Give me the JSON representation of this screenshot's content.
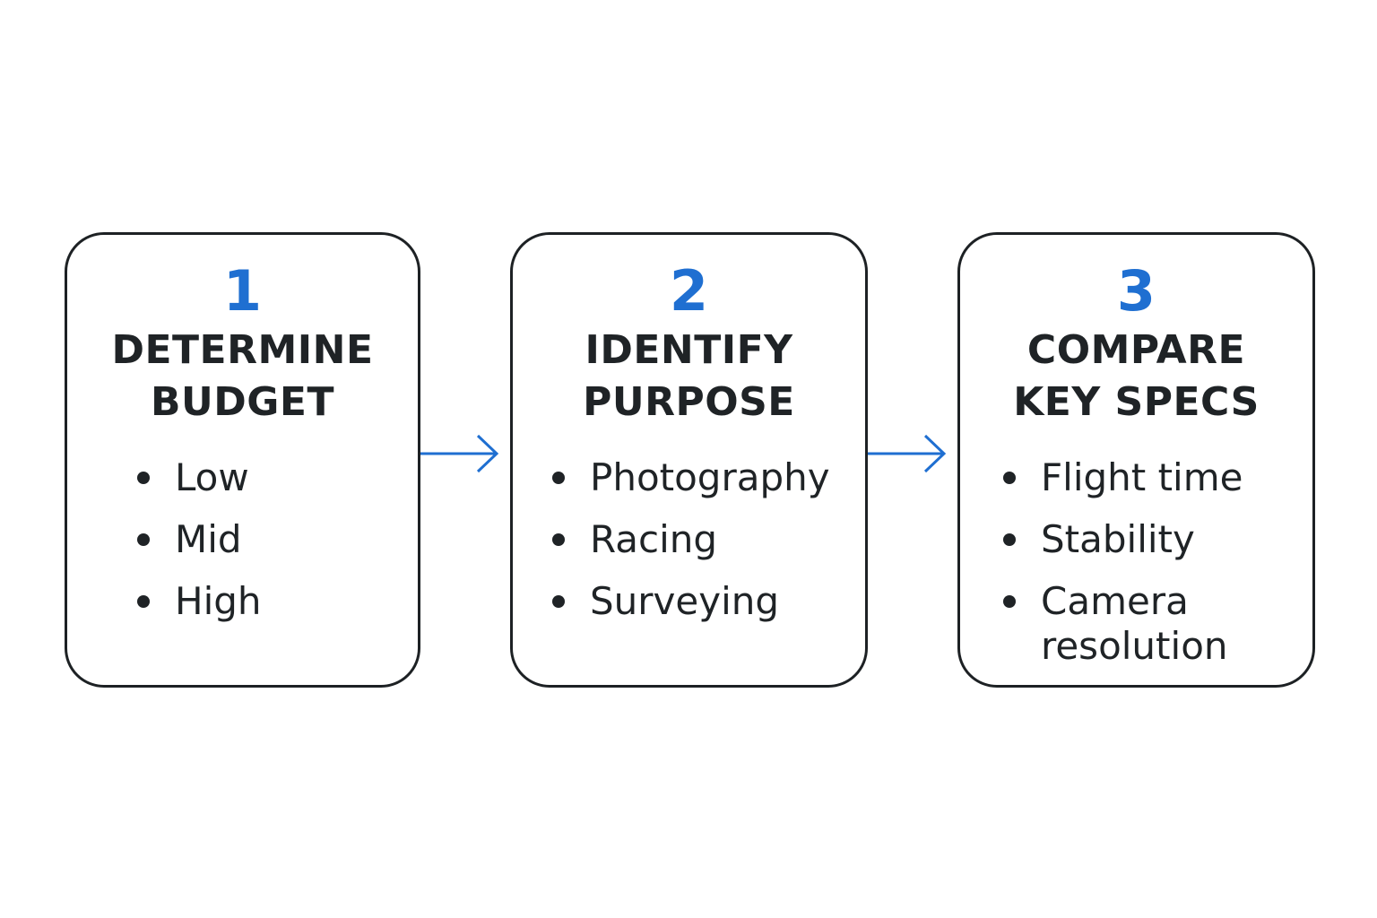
{
  "colors": {
    "accent": "#1f6fd1",
    "border": "#1d2124",
    "text": "#1f2326"
  },
  "steps": [
    {
      "number": "1",
      "title_line1": "DETERMINE",
      "title_line2": "BUDGET",
      "items": [
        "Low",
        "Mid",
        "High"
      ]
    },
    {
      "number": "2",
      "title_line1": "IDENTIFY",
      "title_line2": "PURPOSE",
      "items": [
        "Photography",
        "Racing",
        "Surveying"
      ]
    },
    {
      "number": "3",
      "title_line1": "COMPARE",
      "title_line2": "KEY SPECS",
      "items": [
        "Flight time",
        "Stability",
        "Camera resolution"
      ]
    }
  ],
  "connectors": [
    "arrow-right-icon",
    "arrow-right-icon"
  ]
}
